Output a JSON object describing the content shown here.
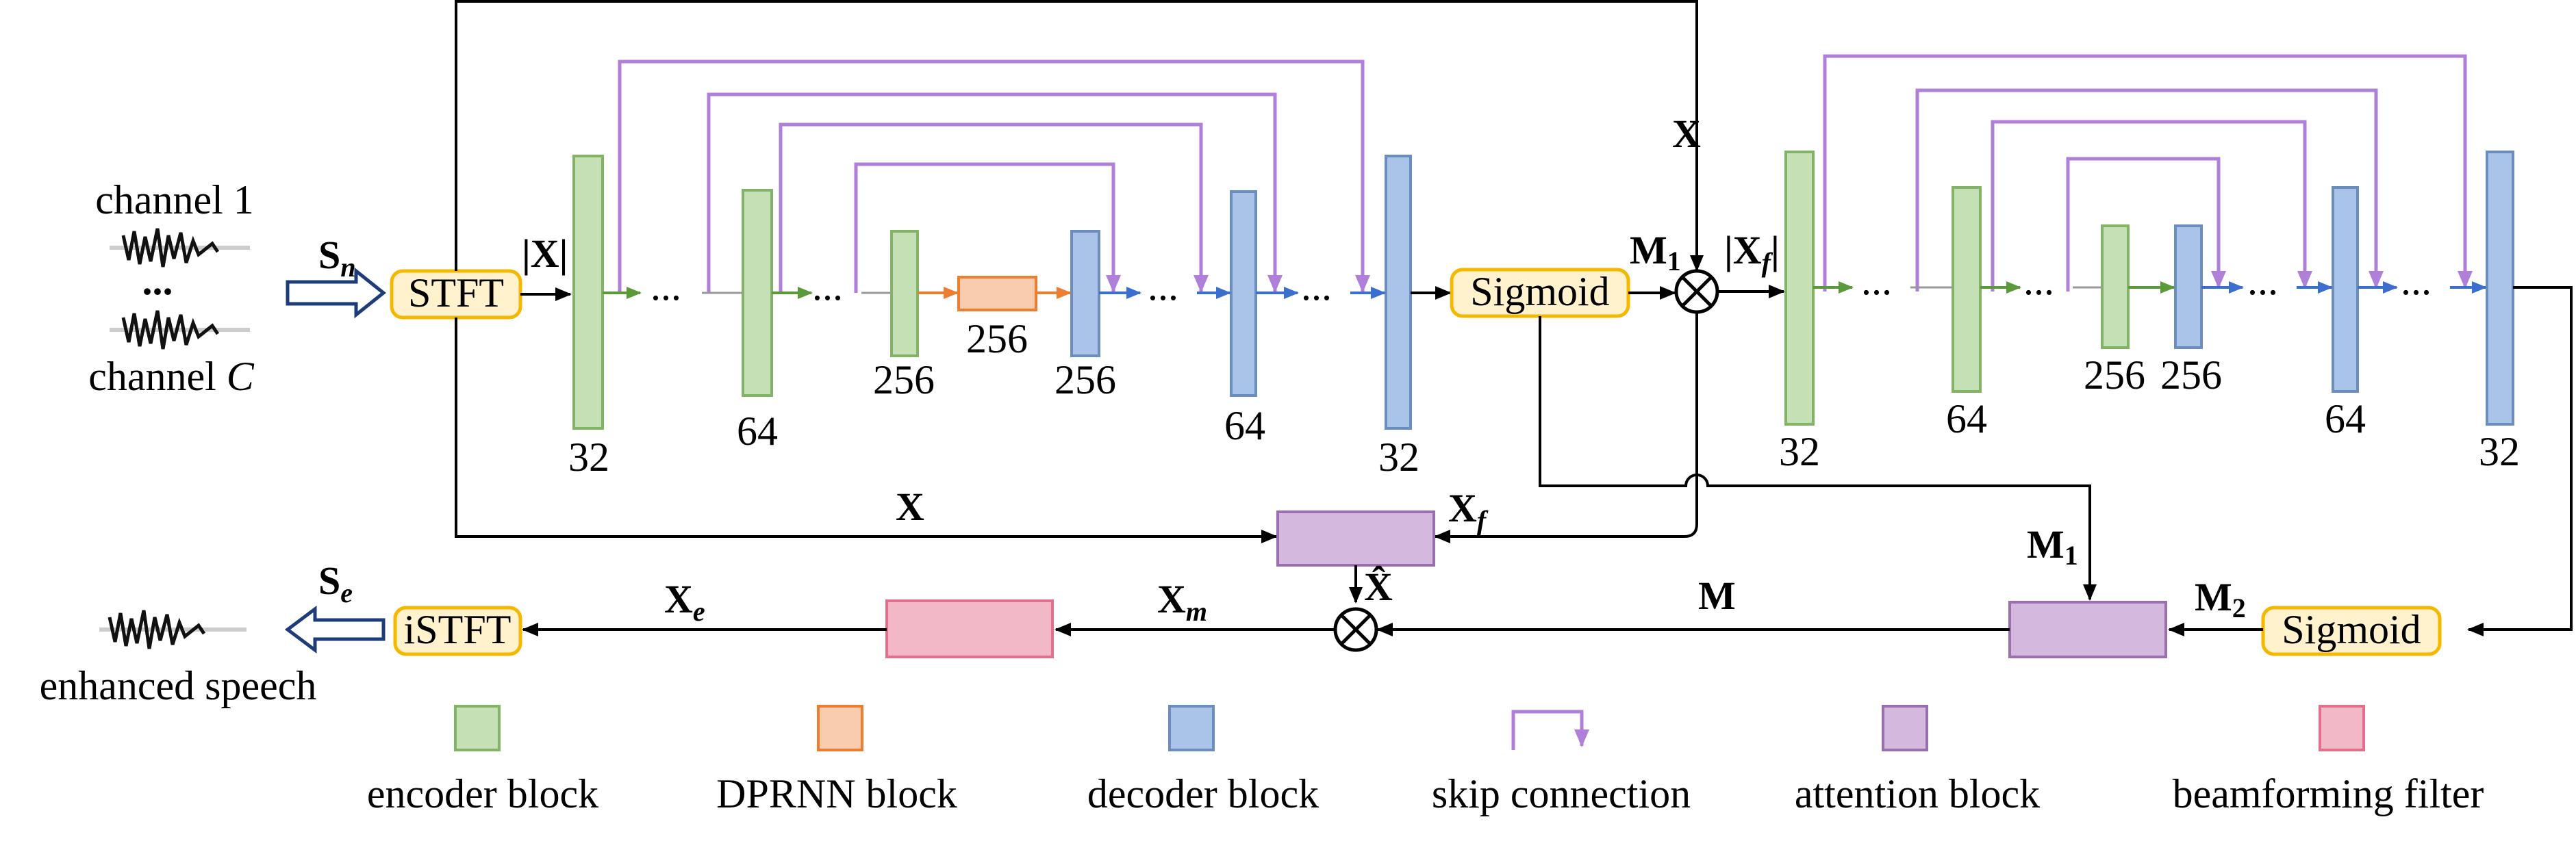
{
  "input": {
    "channel_first": "channel 1",
    "ellipsis": "...",
    "channel_last_prefix": "channel ",
    "channel_last_var": "C",
    "signal_sym": "S",
    "signal_sub": "n"
  },
  "ops": {
    "stft": "STFT",
    "istft": "iSTFT",
    "sigmoid": "Sigmoid"
  },
  "unet1": {
    "channels": [
      "32",
      "64",
      "256",
      "256",
      "256",
      "64",
      "32"
    ]
  },
  "unet2": {
    "channels": [
      "32",
      "64",
      "256",
      "256",
      "64",
      "32"
    ]
  },
  "signals": {
    "abs_x": "|X|",
    "x": "X",
    "m1_sym": "M",
    "m1_sub": "1",
    "abs_xf_sym": "|X",
    "abs_xf_sub": "f",
    "abs_xf_close": "|",
    "xf_sym": "X",
    "xf_sub": "f",
    "xhat": "X̂",
    "m": "M",
    "m2_sym": "M",
    "m2_sub": "2",
    "xm_sym": "X",
    "xm_sub": "m",
    "xe_sym": "X",
    "xe_sub": "e",
    "se_sym": "S",
    "se_sub": "e",
    "dots": "..."
  },
  "output": {
    "label": "enhanced speech"
  },
  "legend": {
    "encoder": "encoder block",
    "dprnn": "DPRNN block",
    "decoder": "decoder block",
    "skip": "skip connection",
    "attention": "attention block",
    "beamforming": "beamforming filter"
  },
  "colors": {
    "encoder": "#c5e0b4",
    "dprnn": "#f8cbad",
    "decoder": "#aac3e8",
    "skip": "#b07fd8",
    "attention": "#d5b8dd",
    "beamforming": "#f2b8c8",
    "op_fill": "#fff2cc",
    "op_border": "#f5b800"
  }
}
